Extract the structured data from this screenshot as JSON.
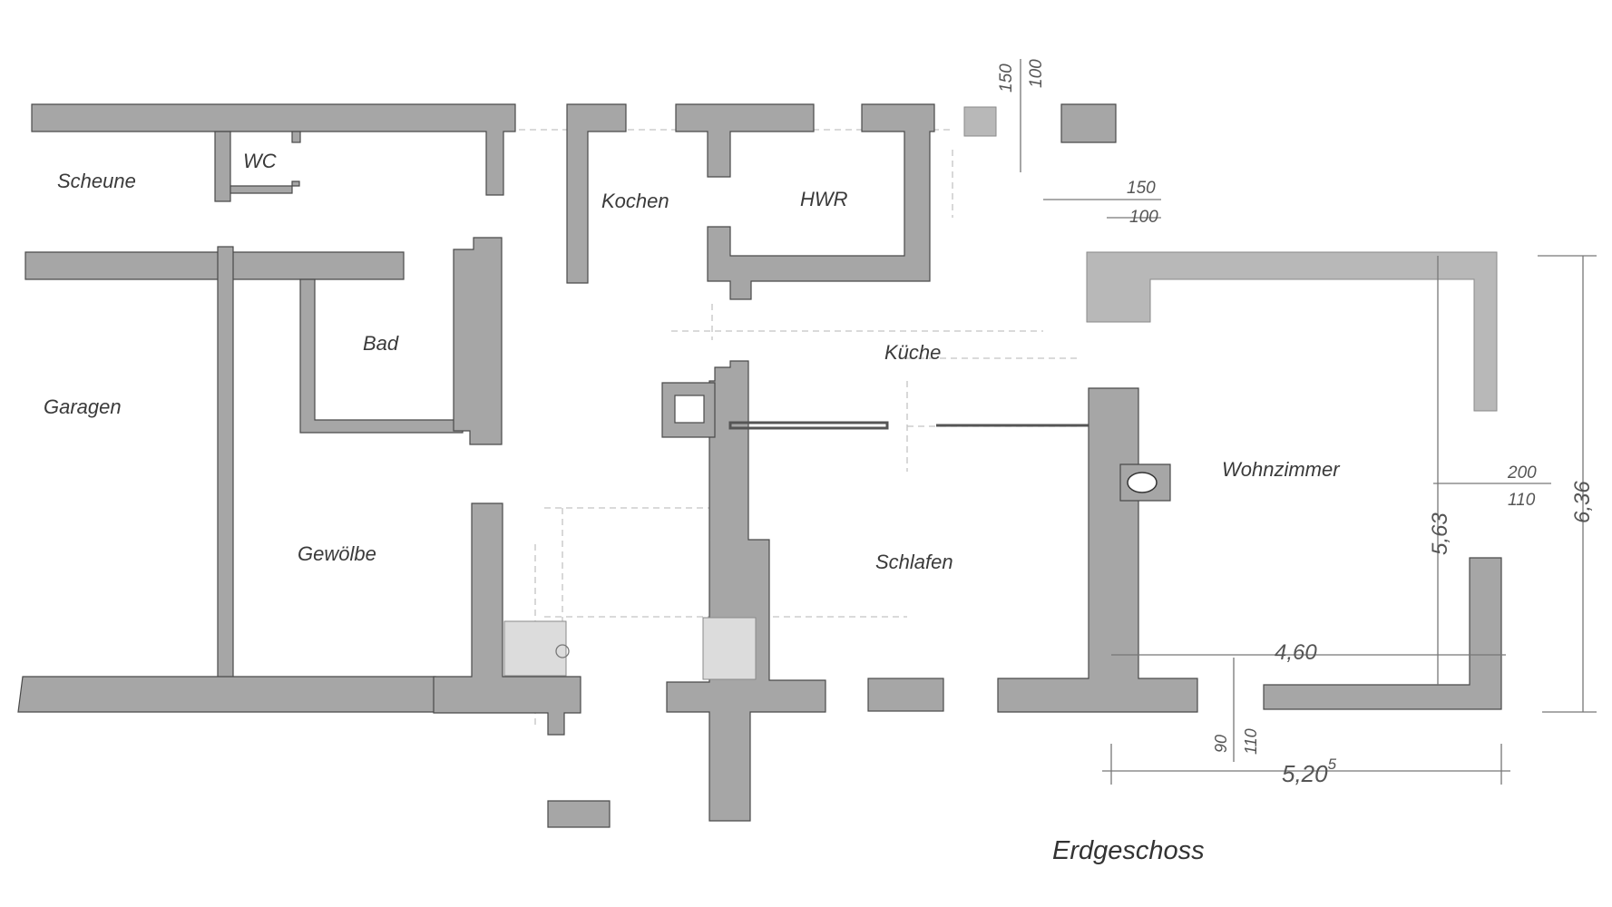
{
  "rooms": {
    "scheune": "Scheune",
    "wc": "WC",
    "kochen": "Kochen",
    "hwr": "HWR",
    "garagen": "Garagen",
    "bad": "Bad",
    "kueche": "Küche",
    "wohnzimmer": "Wohnzimmer",
    "gewoelbe": "Gewölbe",
    "schlafen": "Schlafen"
  },
  "dimensions": {
    "top_window_a": "150",
    "top_window_b": "100",
    "right_window_a": "150",
    "right_window_b": "100",
    "window_east_a": "200",
    "window_east_b": "110",
    "inner_height": "5,63",
    "outer_height": "6,36",
    "inner_width": "4,60",
    "outer_width": "5,20",
    "outer_width_sup": "5",
    "door_a": "90",
    "door_b": "110"
  },
  "title": "Erdgeschoss"
}
